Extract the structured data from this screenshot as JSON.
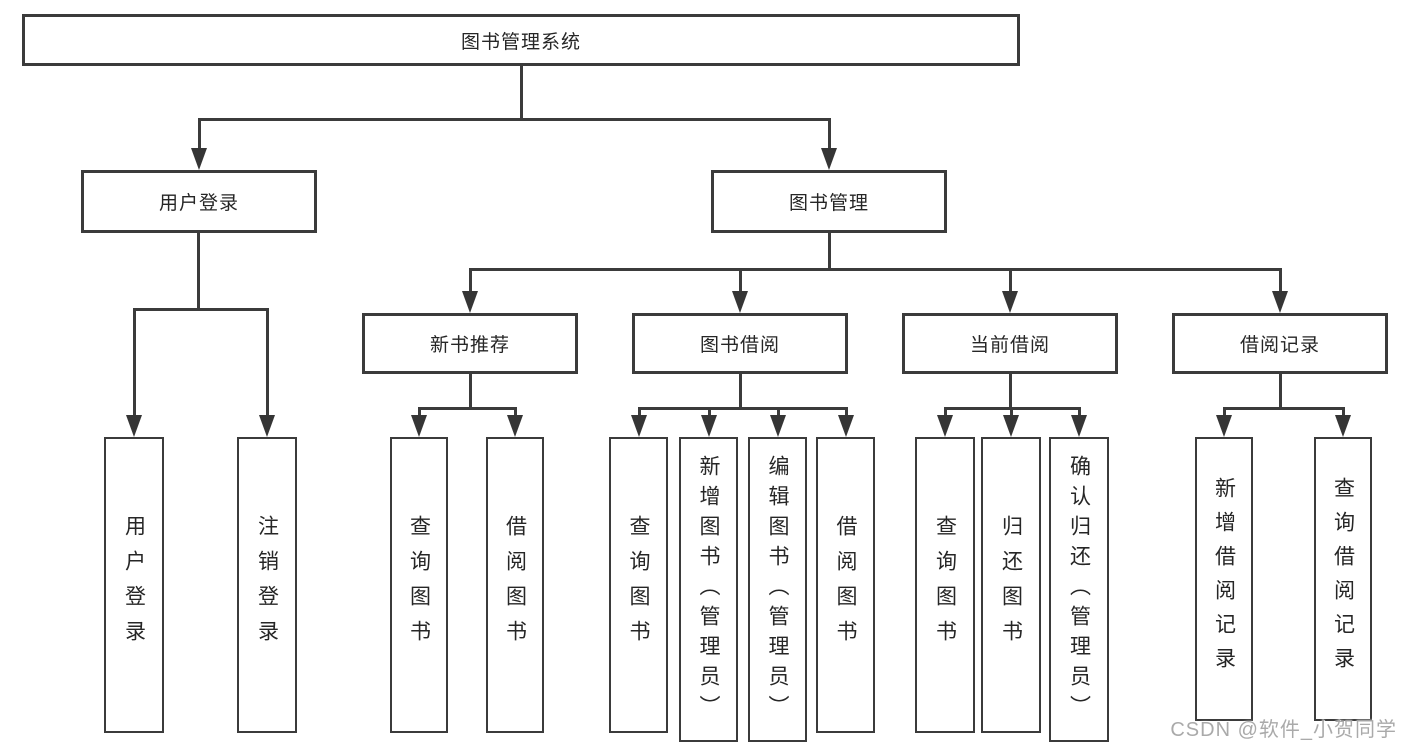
{
  "nodes": {
    "root": "图书管理系统",
    "user_login": "用户登录",
    "book_management": "图书管理",
    "login_user": "用户登录",
    "login_logout": "注销登录",
    "new_book_recommend": "新书推荐",
    "book_borrow": "图书借阅",
    "current_borrow": "当前借阅",
    "borrow_record": "借阅记录",
    "recommend_query_book": "查询图书",
    "recommend_borrow_book": "借阅图书",
    "borrow_query_book": "查询图书",
    "borrow_add_book_admin": "新增图书（管理员）",
    "borrow_edit_book_admin": "编辑图书（管理员）",
    "borrow_borrow_book": "借阅图书",
    "current_query_book": "查询图书",
    "current_return_book": "归还图书",
    "current_confirm_return_admin": "确认归还（管理员）",
    "record_add_record": "新增借阅记录",
    "record_query_record": "查询借阅记录"
  },
  "watermark": "CSDN @软件_小贺同学",
  "colors": {
    "line": "#3b3b3b",
    "border": "#3b3b3b",
    "text": "#262626",
    "watermark": "#a5a5a5",
    "background": "#ffffff"
  }
}
